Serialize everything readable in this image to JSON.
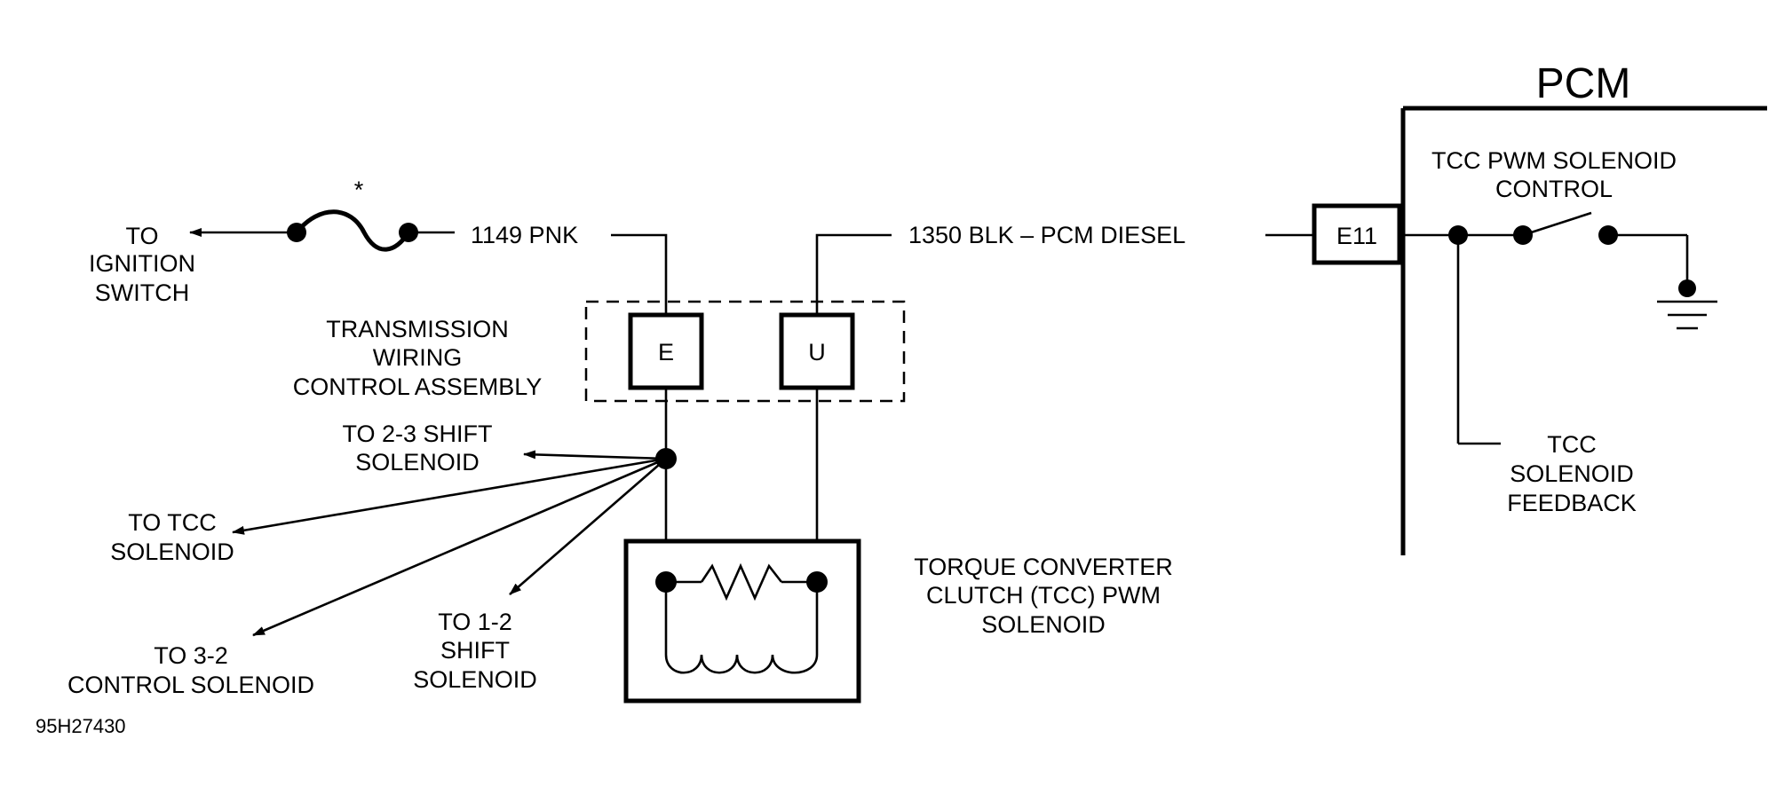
{
  "labels": {
    "pcm": "PCM",
    "pwm_control_1": "TCC PWM SOLENOID",
    "pwm_control_2": "CONTROL",
    "connector_e11": "E11",
    "wire_1350": "1350 BLK – PCM DIESEL",
    "wire_1149": "1149 PNK",
    "fuse_marker": "*",
    "to_ignition_1": "TO",
    "to_ignition_2": "IGNITION",
    "to_ignition_3": "SWITCH",
    "twca_1": "TRANSMISSION",
    "twca_2": "WIRING",
    "twca_3": "CONTROL ASSEMBLY",
    "pin_e": "E",
    "pin_u": "U",
    "to_23_1": "TO 2-3 SHIFT",
    "to_23_2": "SOLENOID",
    "to_tcc_1": "TO TCC",
    "to_tcc_2": "SOLENOID",
    "to_32_1": "TO 3-2",
    "to_32_2": "CONTROL SOLENOID",
    "to_12_1": "TO 1-2",
    "to_12_2": "SHIFT",
    "to_12_3": "SOLENOID",
    "tcc_sol_1": "TORQUE CONVERTER",
    "tcc_sol_2": "CLUTCH (TCC) PWM",
    "tcc_sol_3": "SOLENOID",
    "feedback_1": "TCC",
    "feedback_2": "SOLENOID",
    "feedback_3": "FEEDBACK",
    "figure_id": "95H27430"
  }
}
